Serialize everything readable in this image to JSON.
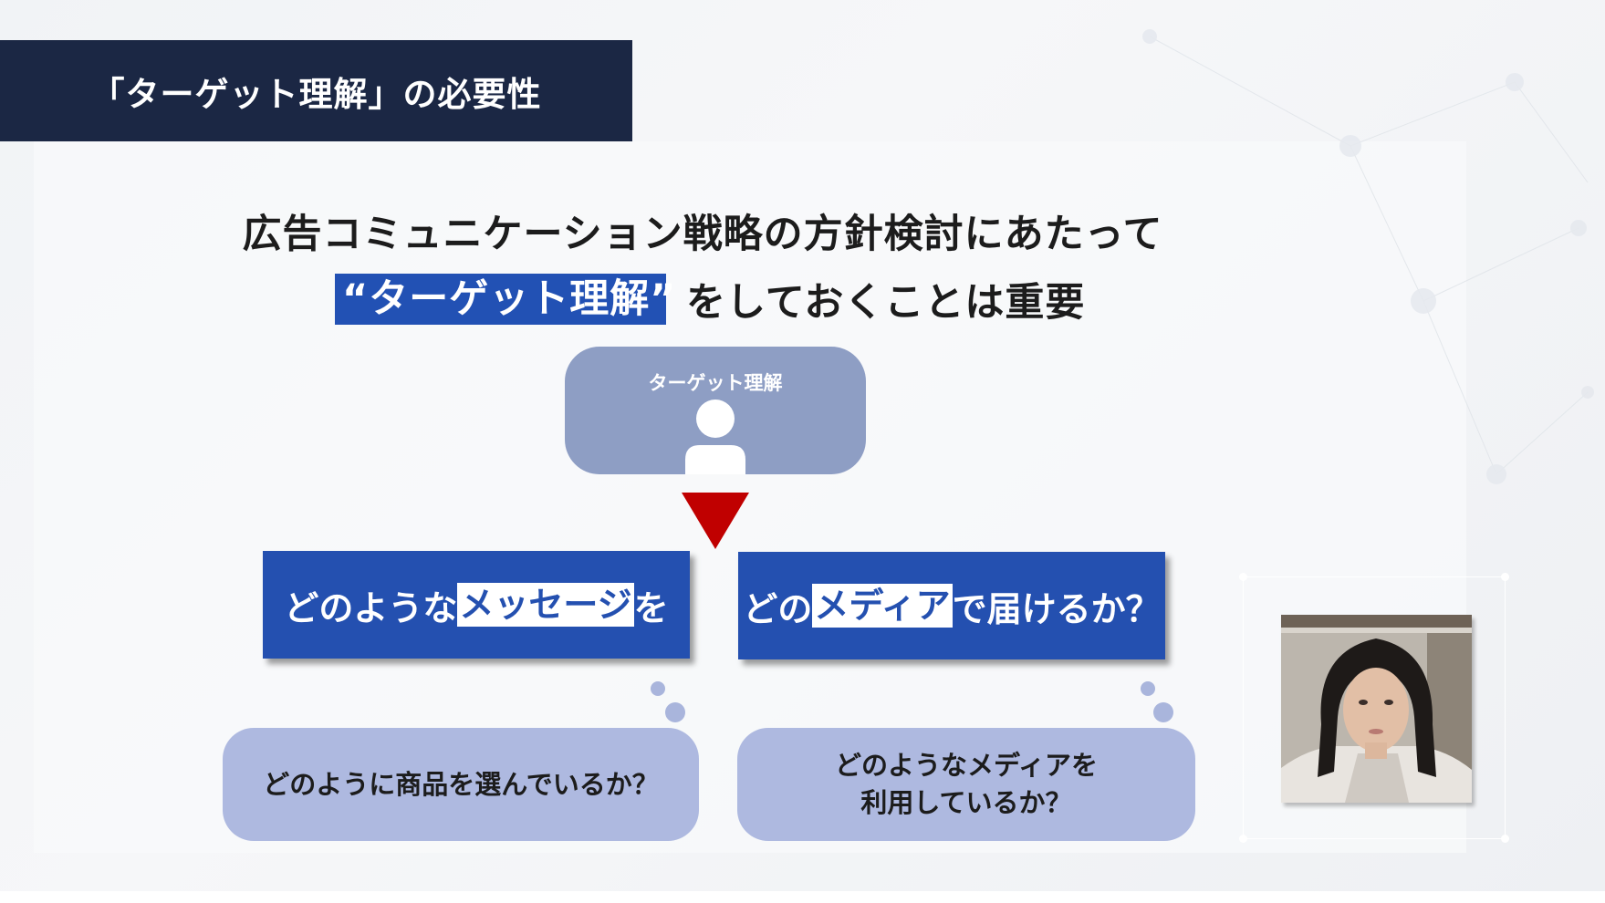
{
  "slide": {
    "title": "「ターゲット理解」の必要性",
    "headline_line1": "広告コミュニケーション戦略の方針検討にあたって",
    "headline_highlight": "“ターゲット理解”",
    "headline_line2_rest": "をしておくことは重要"
  },
  "diagram": {
    "target_label": "ターゲット理解",
    "question_1": {
      "prefix": "どのような",
      "highlight": "メッセージ",
      "suffix": "を"
    },
    "question_2": {
      "prefix": "どの",
      "highlight": "メディア",
      "suffix": "で届けるか？"
    },
    "bubble_1": "どのように商品を選んでいるか？",
    "bubble_2_line1": "どのようなメディアを",
    "bubble_2_line2": "利用しているか？"
  },
  "colors": {
    "title_bar": "#1b2744",
    "accent_blue": "#2450b0",
    "target_box": "#8e9ec4",
    "bubble": "#aeb9e0",
    "arrow_red": "#c00000"
  },
  "icons": {
    "person": "person-icon",
    "arrow": "arrow-down-icon"
  }
}
